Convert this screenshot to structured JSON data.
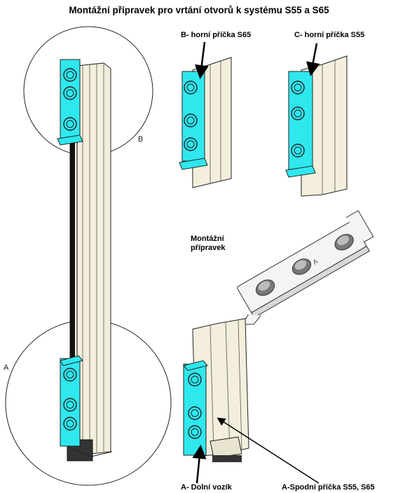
{
  "title": "Montážní přípravek pro vrtání otvorů k systému S55 a S65",
  "labels": {
    "circle_b": "B",
    "circle_a": "A",
    "b_top": "B- horní příčka S65",
    "c_top": "C- horní příčka S55",
    "jig_line1": "Montážní",
    "jig_line2": "přípravek",
    "a_lower_carriage": "A- Dolní vozík",
    "a_bottom_rail": "A-Spodní příčka S55, S65",
    "jig_marking": "A"
  },
  "colors": {
    "jig": "#2ee8ee",
    "profile": "#f3efdc",
    "outline": "#222222",
    "jig_part": "#f4f4f4"
  }
}
